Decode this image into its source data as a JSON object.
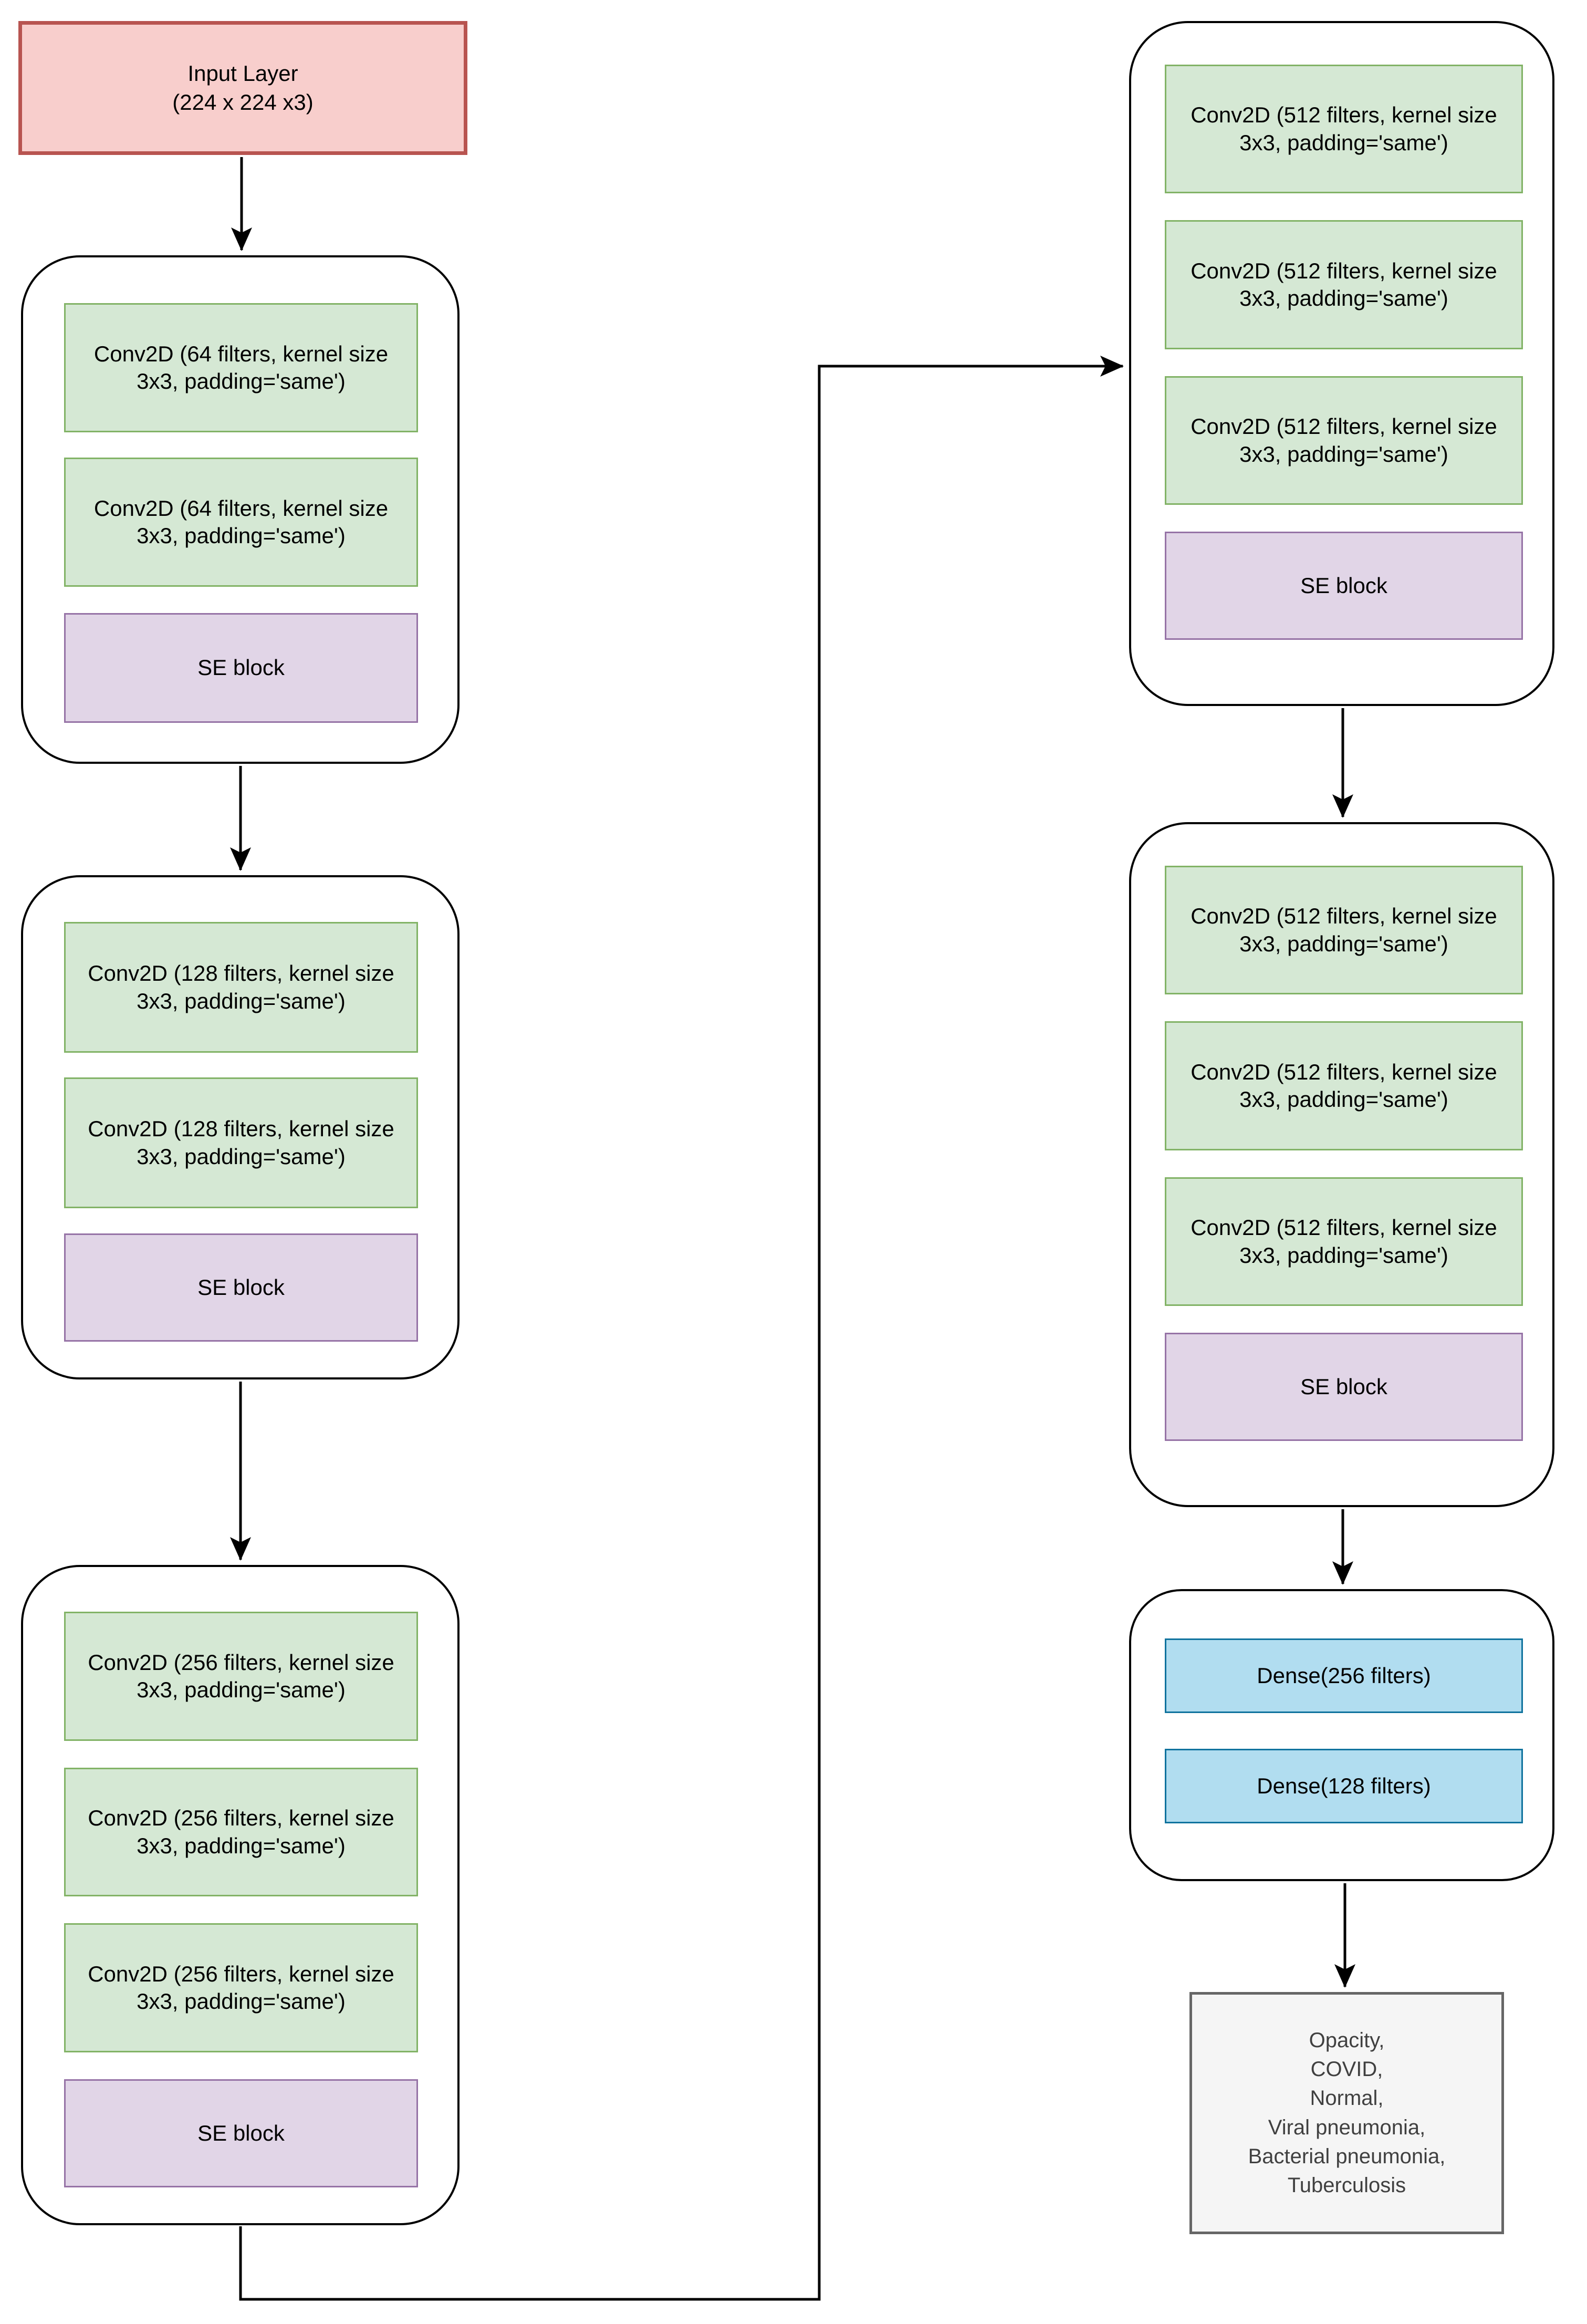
{
  "input_node": {
    "text": "Input Layer\n(224 x 224 x3)"
  },
  "blocks": [
    {
      "name": "conv-block-64",
      "layers": [
        "Conv2D (64 filters, kernel size 3x3, padding='same')",
        "Conv2D (64 filters, kernel size 3x3, padding='same')",
        "SE block"
      ]
    },
    {
      "name": "conv-block-128",
      "layers": [
        "Conv2D (128 filters, kernel size 3x3, padding='same')",
        "Conv2D (128 filters, kernel size 3x3, padding='same')",
        "SE block"
      ]
    },
    {
      "name": "conv-block-256",
      "layers": [
        "Conv2D (256 filters, kernel size 3x3, padding='same')",
        "Conv2D (256 filters, kernel size 3x3, padding='same')",
        "Conv2D (256 filters, kernel size 3x3, padding='same')",
        "SE block"
      ]
    },
    {
      "name": "conv-block-512-a",
      "layers": [
        "Conv2D (512 filters, kernel size 3x3, padding='same')",
        "Conv2D (512 filters, kernel size 3x3, padding='same')",
        "Conv2D (512 filters, kernel size 3x3, padding='same')",
        "SE block"
      ]
    },
    {
      "name": "conv-block-512-b",
      "layers": [
        "Conv2D (512 filters, kernel size 3x3, padding='same')",
        "Conv2D (512 filters, kernel size 3x3, padding='same')",
        "Conv2D (512 filters, kernel size 3x3, padding='same')",
        "SE block"
      ]
    },
    {
      "name": "dense-block",
      "layers": [
        "Dense(256 filters)",
        "Dense(128 filters)"
      ]
    }
  ],
  "output_node": {
    "text": "Opacity,\nCOVID,\nNormal,\nViral pneumonia,\nBacterial pneumonia,\nTuberculosis"
  },
  "colors": {
    "input_fill": "#f8cecc",
    "input_stroke": "#b85450",
    "conv_fill": "#d5e8d4",
    "conv_stroke": "#82b366",
    "se_fill": "#e1d5e7",
    "se_stroke": "#9673a6",
    "dense_fill": "#b1ddf0",
    "dense_stroke": "#10739e",
    "output_fill": "#f5f5f5",
    "output_stroke": "#666666",
    "output_text": "#404040",
    "line_color": "#000000"
  }
}
